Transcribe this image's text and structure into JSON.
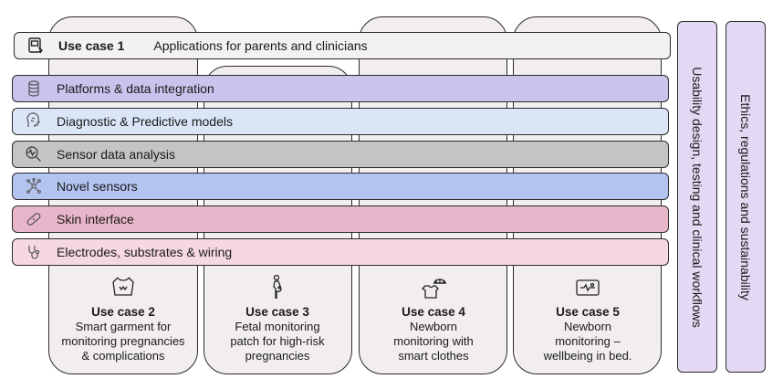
{
  "top_band": {
    "use_case": "Use case 1",
    "title": "Applications for parents and clinicians",
    "icon": "tablet-app-icon"
  },
  "layers": [
    {
      "label": "Platforms & data integration",
      "icon": "database-icon",
      "color": "#c9c3ee"
    },
    {
      "label": "Diagnostic & Predictive models",
      "icon": "brain-head-icon",
      "color": "#dbe5f8"
    },
    {
      "label": "Sensor data  analysis",
      "icon": "signal-magnifier-icon",
      "color": "#c3c4c6"
    },
    {
      "label": "Novel sensors",
      "icon": "network-nodes-icon",
      "color": "#b3c4f1"
    },
    {
      "label": "Skin interface",
      "icon": "bandage-icon",
      "color": "#e8b6ca"
    },
    {
      "label": "Electrodes, substrates & wiring",
      "icon": "stethoscope-icon",
      "color": "#f6d8e2"
    }
  ],
  "side_bars": [
    {
      "label": "Usability design, testing and clinical workflows",
      "color": "#e3d9f4"
    },
    {
      "label": "Ethics, regulations and sustainability",
      "color": "#e3d9f4"
    }
  ],
  "use_cases": [
    {
      "title": "Use case 2",
      "lines": [
        "Smart garment for",
        "monitoring pregnancies",
        "& complications"
      ],
      "icon": "garment-icon"
    },
    {
      "title": "Use case 3",
      "lines": [
        "Fetal monitoring",
        "patch for high-risk",
        "pregnancies"
      ],
      "icon": "pregnant-woman-icon"
    },
    {
      "title": "Use case 4",
      "lines": [
        "Newborn",
        "monitoring with",
        "smart clothes"
      ],
      "icon": "baby-clothes-icon"
    },
    {
      "title": "Use case 5",
      "lines": [
        "Newborn",
        "monitoring –",
        "wellbeing in bed."
      ],
      "icon": "bed-monitor-icon"
    }
  ]
}
